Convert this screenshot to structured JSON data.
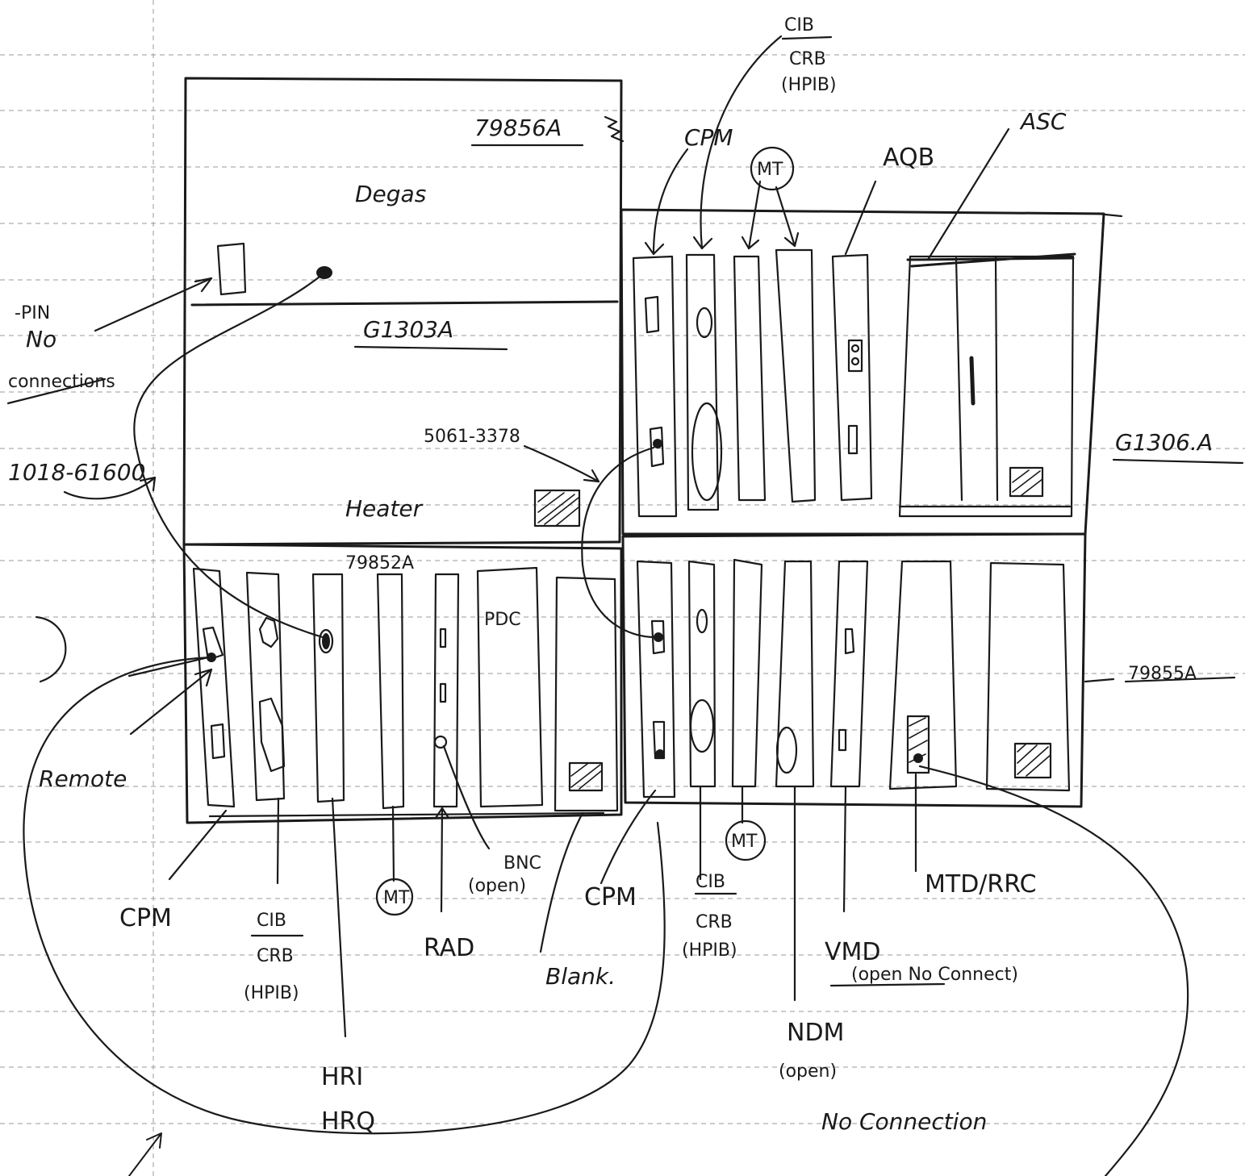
{
  "units": {
    "top_left_model": "79856A",
    "top_left_name": "Degas",
    "middle_left_model": "G1303A",
    "heater_label": "Heater",
    "bottom_left_model": "79852A",
    "right_top_model": "G1306.A",
    "right_bottom_model": "79855A"
  },
  "annotations": {
    "pin_note": [
      "-PIN",
      "No",
      "connections"
    ],
    "cable_left": "1018-61600",
    "cable_mid": "5061-3378",
    "remote": "Remote",
    "pdc": "PDC"
  },
  "top_labels": {
    "civ": "CIB",
    "crb": "CRB",
    "hpib": "(HPIB)",
    "cpm": "CPM",
    "mt": "MT",
    "aqb": "AQB",
    "asc": "ASC"
  },
  "bottom_labels": {
    "cpm_left": "CPM",
    "cib_left": "CIB",
    "crb_left": "CRB",
    "hpib_left": "(HPIB)",
    "mt_left": "MT",
    "rad": "RAD",
    "bnc": "BNC",
    "bnc_open": "(open)",
    "cpm_mid": "CPM",
    "blank": "Blank.",
    "cvb_right": "CIB",
    "crb_right": "CRB",
    "hpib_right": "(HPIB)",
    "mt_right": "MT",
    "vmd": "VMD",
    "vmd_note": "(open No Connect)",
    "mtd": "MTD/RRC",
    "hri": "HRI",
    "hrq": "HRQ",
    "ndm": "NDM",
    "ndm_open": "(open)",
    "no_connection": "No Connection"
  }
}
